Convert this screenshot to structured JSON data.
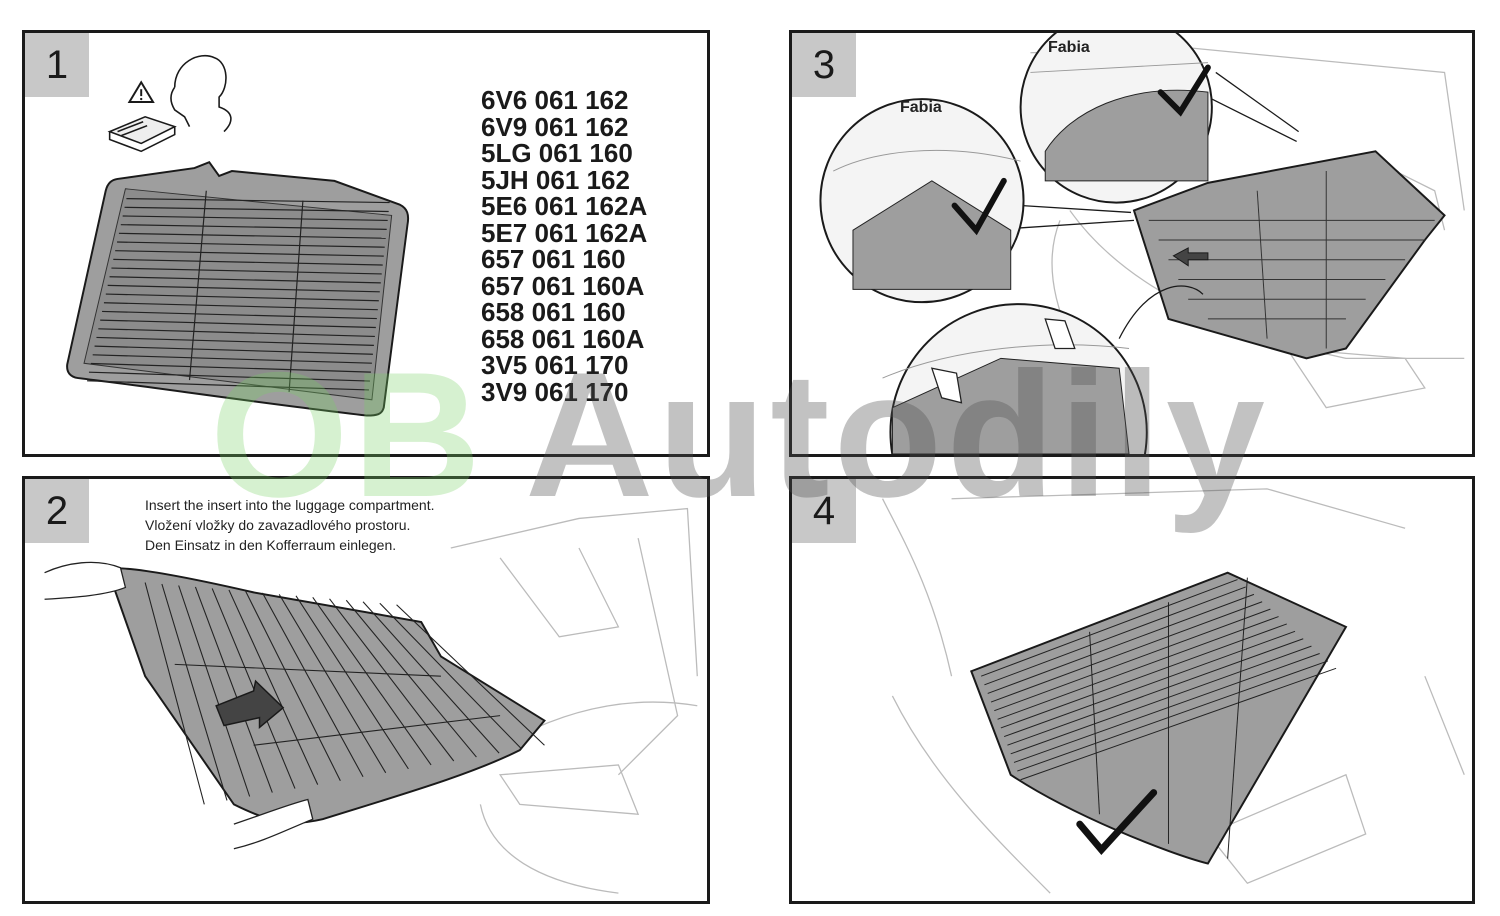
{
  "panels": {
    "p1": {
      "number": "1"
    },
    "p2": {
      "number": "2",
      "instructions": [
        "Insert the insert into the luggage compartment.",
        "Vložení vložky do zavazadlového prostoru.",
        "Den Einsatz in den Kofferraum einlegen."
      ]
    },
    "p3": {
      "number": "3",
      "callout_label_1": "Fabia",
      "callout_label_2": "Fabia"
    },
    "p4": {
      "number": "4"
    }
  },
  "part_numbers": [
    "6V6 061 162",
    "6V9 061 162",
    "5LG 061 160",
    "5JH 061 162",
    "5E6 061 162A",
    "5E7 061 162A",
    "657 061 160",
    "657 061 160A",
    "658 061 160",
    "658 061 160A",
    "3V5 061 170",
    "3V9 061 170"
  ],
  "watermark": {
    "part1": "OB",
    "part2": "Autodily"
  },
  "icons": [
    "warning-icon",
    "manual-reader-icon",
    "checkmark-icon",
    "push-arrow-icon",
    "hand-icon"
  ],
  "colors": {
    "ink": "#1a1a1a",
    "mat": "#9e9e9e",
    "panel_number_bg": "#c8c8c8",
    "watermark_green": "#78d264"
  }
}
